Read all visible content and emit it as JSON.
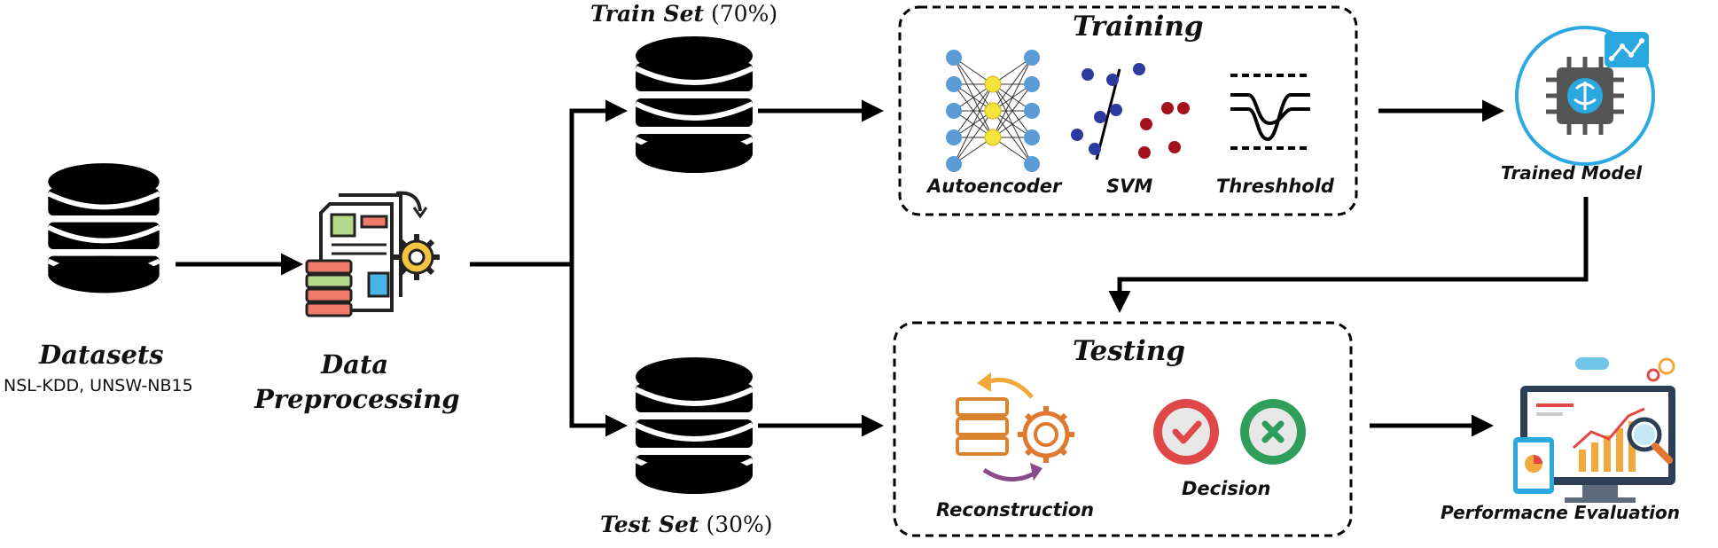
{
  "datasets": {
    "title": "Datasets",
    "subtitle": "NSL-KDD, UNSW-NB15"
  },
  "preprocessing": {
    "line1": "Data",
    "line2": "Preprocessing"
  },
  "train_set": {
    "label": "Train Set",
    "pct": "(70%)"
  },
  "test_set": {
    "label": "Test Set",
    "pct": "(30%)"
  },
  "training": {
    "title": "Training",
    "items": [
      "Autoencoder",
      "SVM",
      "Threshhold"
    ]
  },
  "testing": {
    "title": "Testing",
    "items": [
      "Reconstruction",
      "Decision"
    ]
  },
  "trained_model": "Trained Model",
  "evaluation": "Performacne Evaluation",
  "colors": {
    "ink": "#000000",
    "node_blue": "#5b9bd5",
    "node_yellow": "#f5e33c",
    "svm_blue": "#2d3a9e",
    "svm_red": "#a3121c",
    "model_cyan": "#2aa8e0",
    "check_red": "#e04848",
    "cross_green": "#2f9e5b"
  },
  "icons": [
    "database-icon",
    "document-gear-icon",
    "neural-network-icon",
    "svm-icon",
    "threshold-icon",
    "ai-chip-icon",
    "reconstruction-icon",
    "check-icon",
    "cross-icon",
    "monitor-analytics-icon"
  ]
}
